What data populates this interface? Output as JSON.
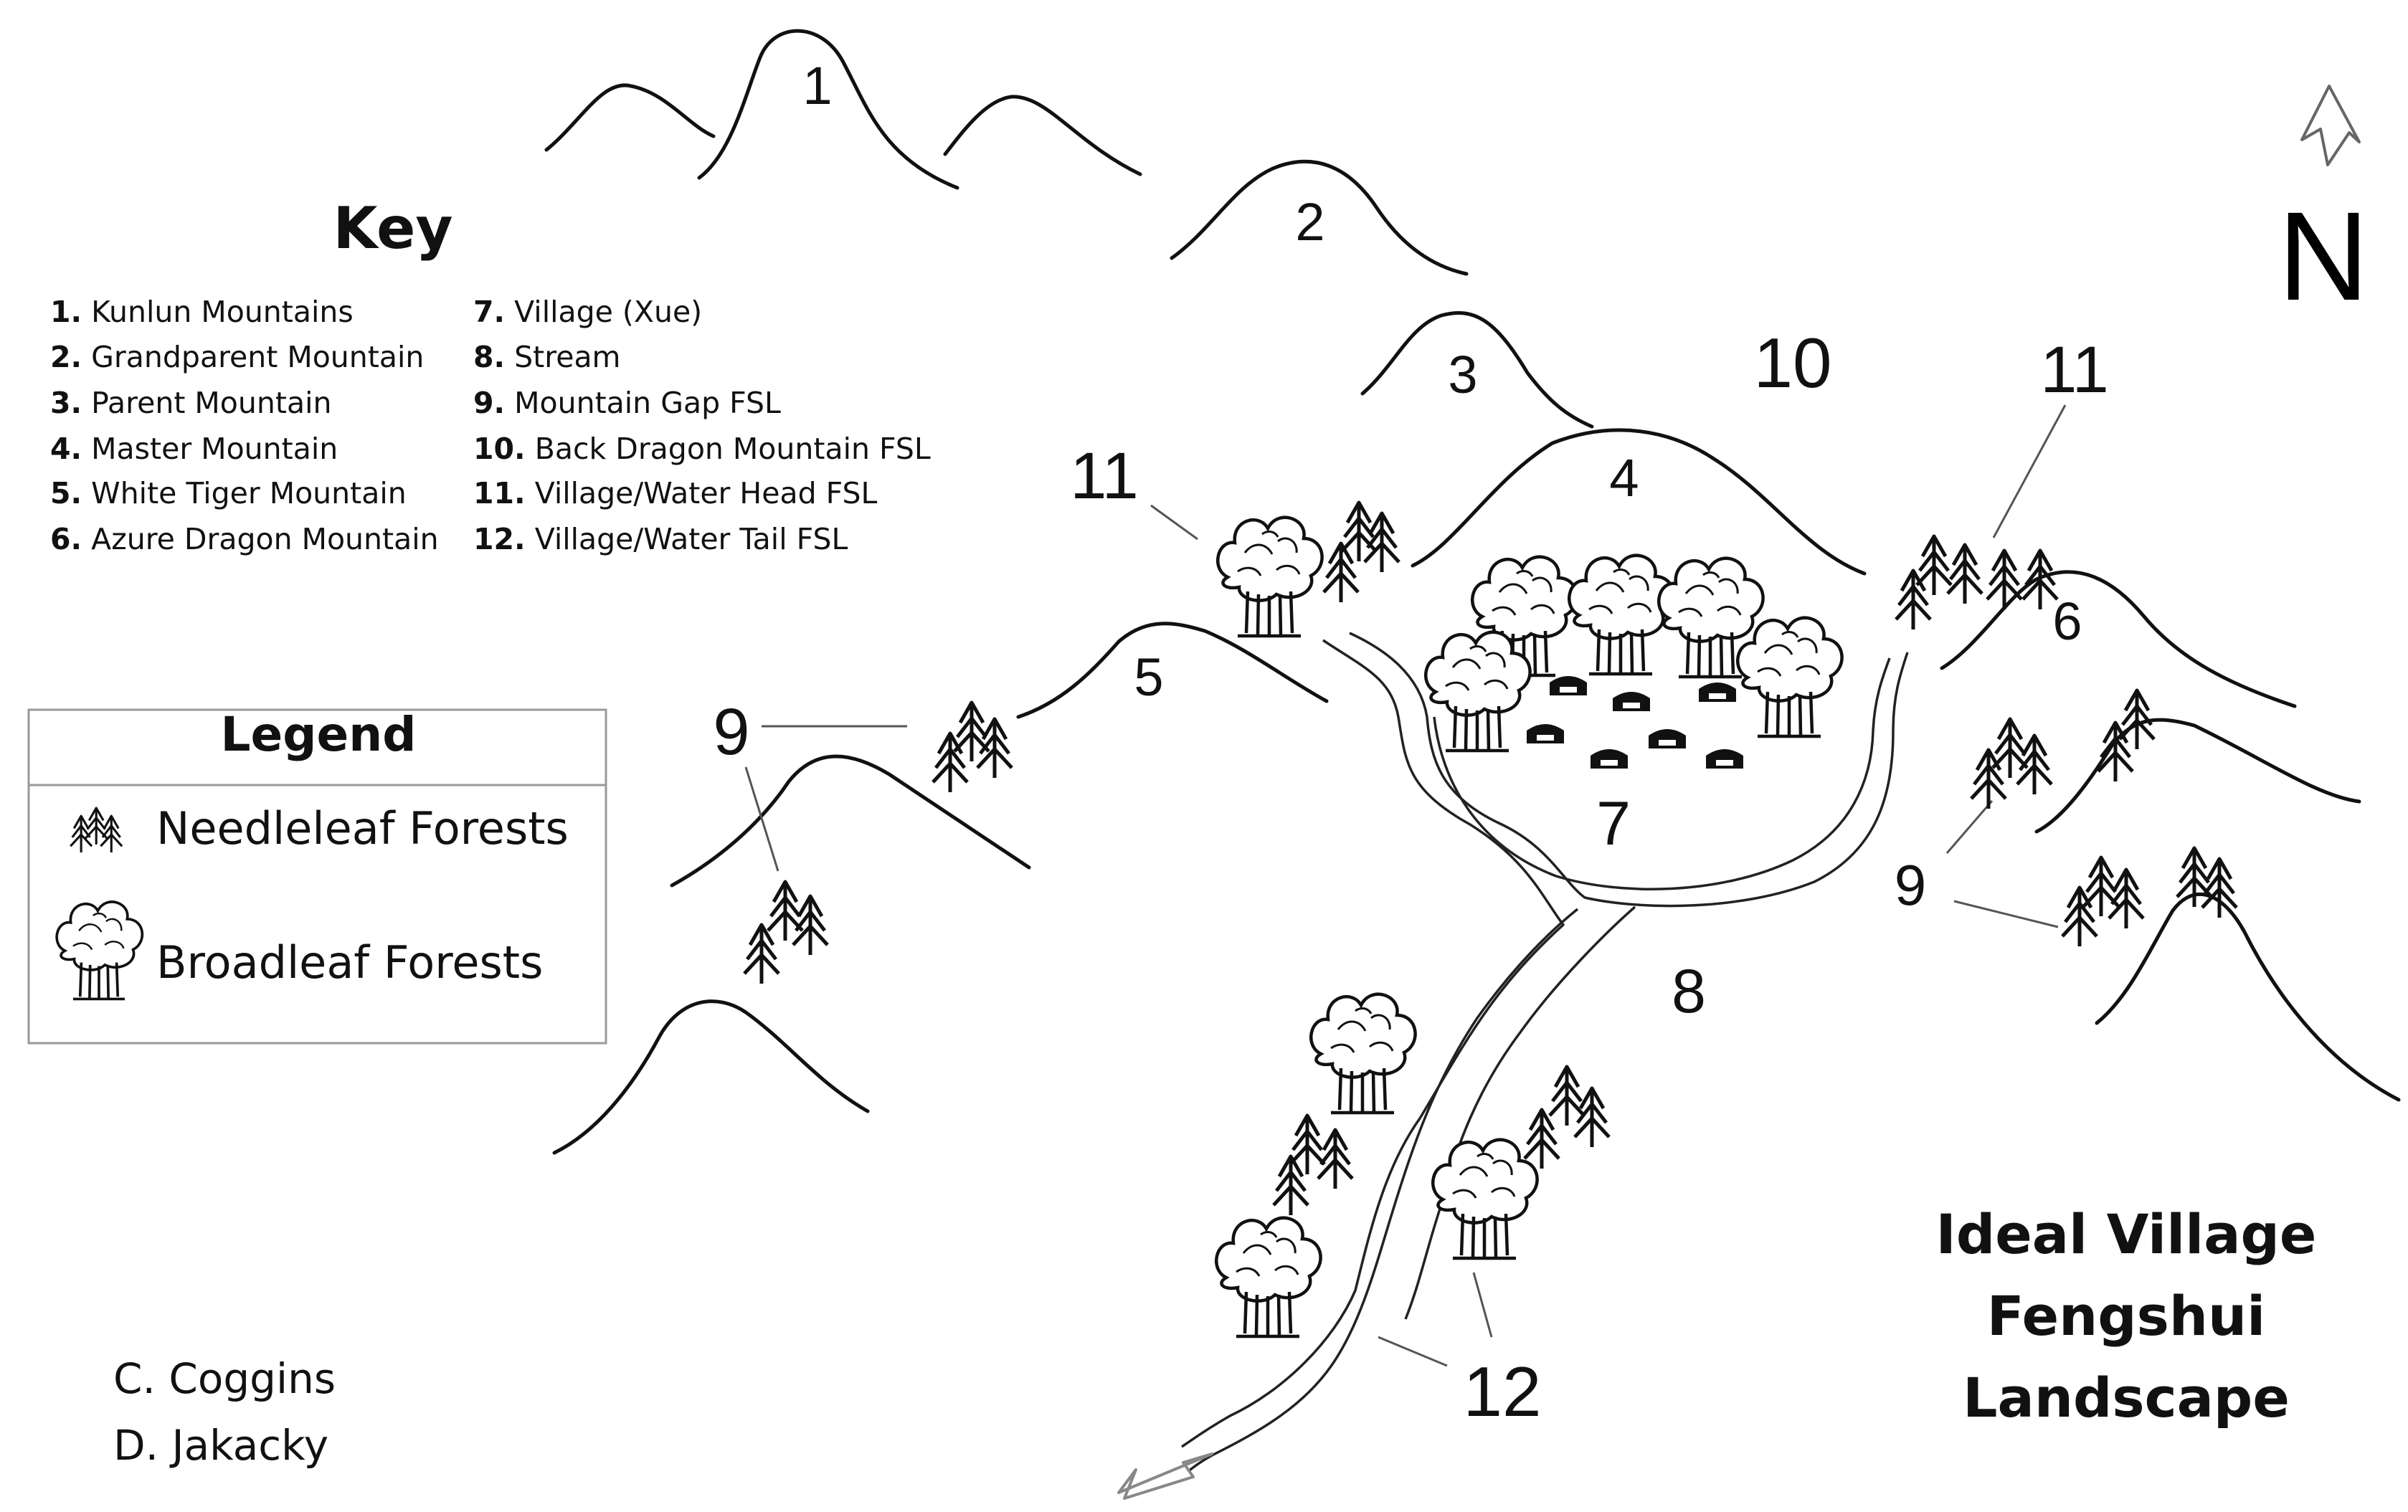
{
  "key": {
    "title": "Key",
    "items": [
      {
        "num": "1.",
        "label": "Kunlun Mountains"
      },
      {
        "num": "2.",
        "label": "Grandparent Mountain"
      },
      {
        "num": "3.",
        "label": "Parent Mountain"
      },
      {
        "num": "4.",
        "label": "Master Mountain"
      },
      {
        "num": "5.",
        "label": "White Tiger Mountain"
      },
      {
        "num": "6.",
        "label": "Azure Dragon Mountain"
      },
      {
        "num": "7.",
        "label": "Village (Xue)"
      },
      {
        "num": "8.",
        "label": "Stream"
      },
      {
        "num": "9.",
        "label": "Mountain Gap FSL"
      },
      {
        "num": "10.",
        "label": "Back Dragon Mountain FSL"
      },
      {
        "num": "11.",
        "label": "Village/Water Head FSL"
      },
      {
        "num": "12.",
        "label": "Village/Water Tail FSL"
      }
    ]
  },
  "legend": {
    "title": "Legend",
    "needleleaf": "Needleleaf Forests",
    "broadleaf": "Broadleaf Forests"
  },
  "map_numbers": {
    "n1": "1",
    "n2": "2",
    "n3": "3",
    "n4": "4",
    "n5": "5",
    "n6": "6",
    "n7": "7",
    "n8": "8",
    "n9": "9",
    "n10": "10",
    "n11": "11",
    "n12": "12"
  },
  "north_label": "N",
  "title_lines": [
    "Ideal Village",
    "Fengshui",
    "Landscape"
  ],
  "credits": [
    "C. Coggins",
    "D. Jakacky"
  ]
}
